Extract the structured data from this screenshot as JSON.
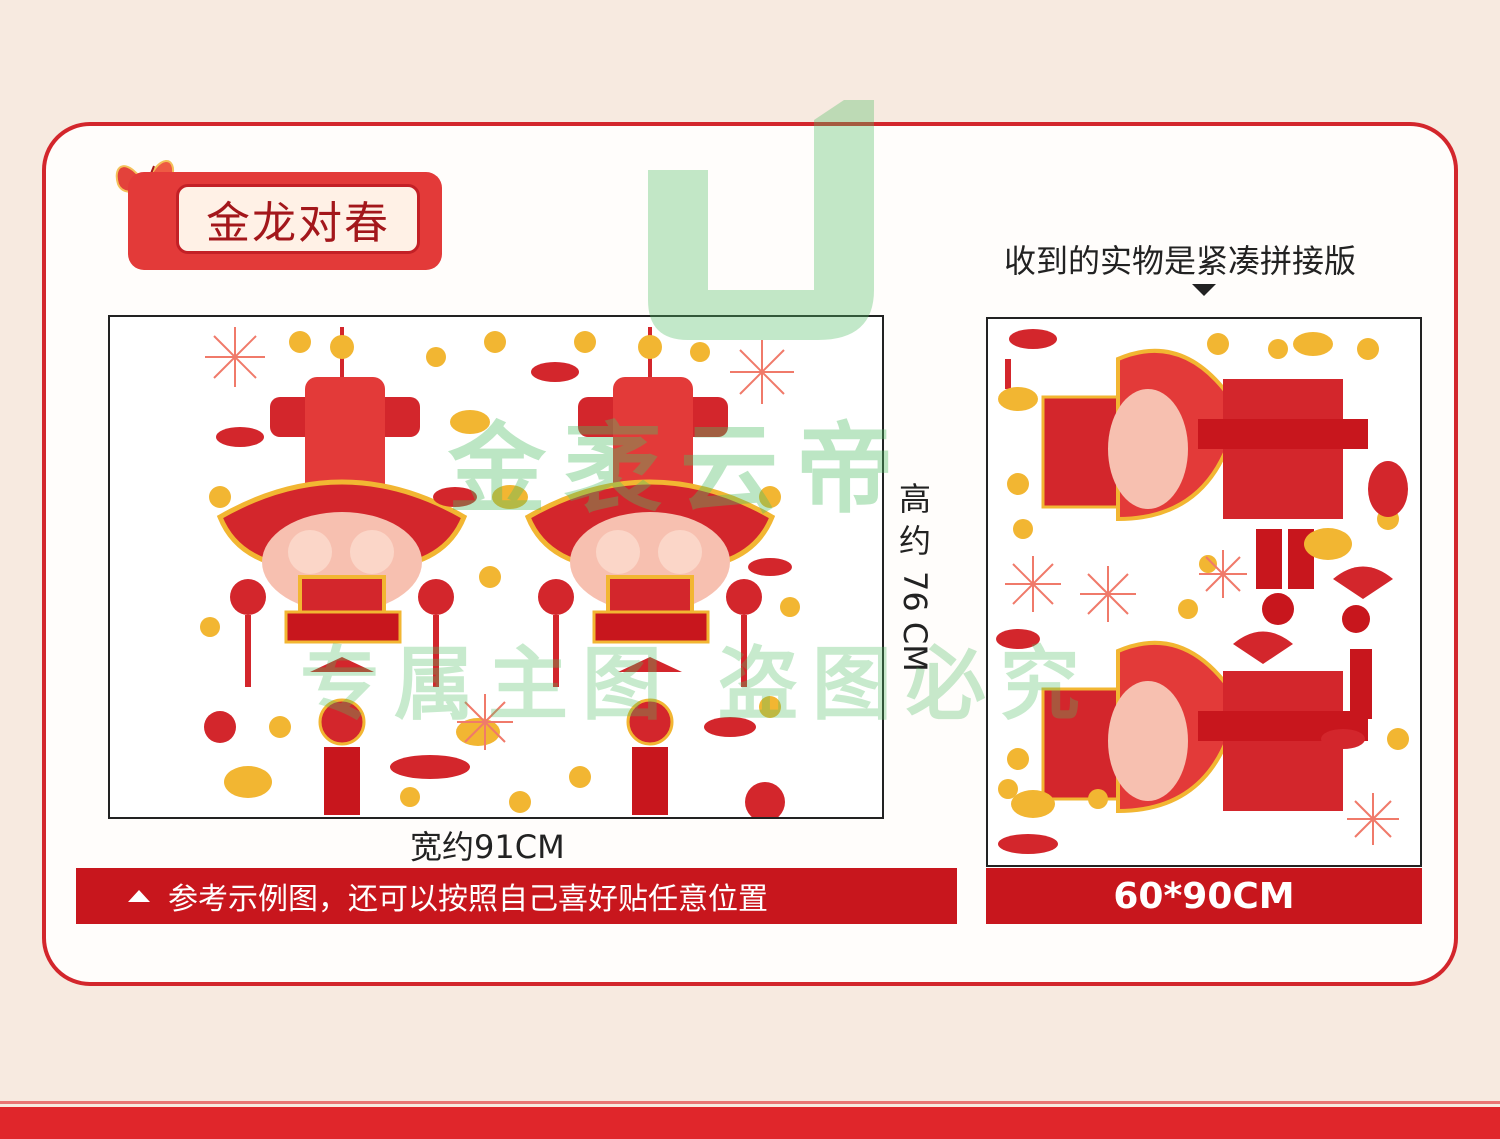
{
  "title": "金龙对春",
  "received_note": "收到的实物是紧凑拼接版",
  "width_label": "宽约91CM",
  "height_label_chars": [
    "高",
    "约"
  ],
  "height_label_value": "76 CM",
  "reference_note": "参考示例图，还可以按照自己喜好贴任意位置",
  "size_label": "60*90CM",
  "watermark": {
    "brand_text": "金袤云帝",
    "protect_text": "专属主图 盗图必究"
  },
  "colors": {
    "accent": "#c8161d",
    "frame": "#d3262c",
    "background": "#f7eae0",
    "watermark": "#50be64"
  }
}
